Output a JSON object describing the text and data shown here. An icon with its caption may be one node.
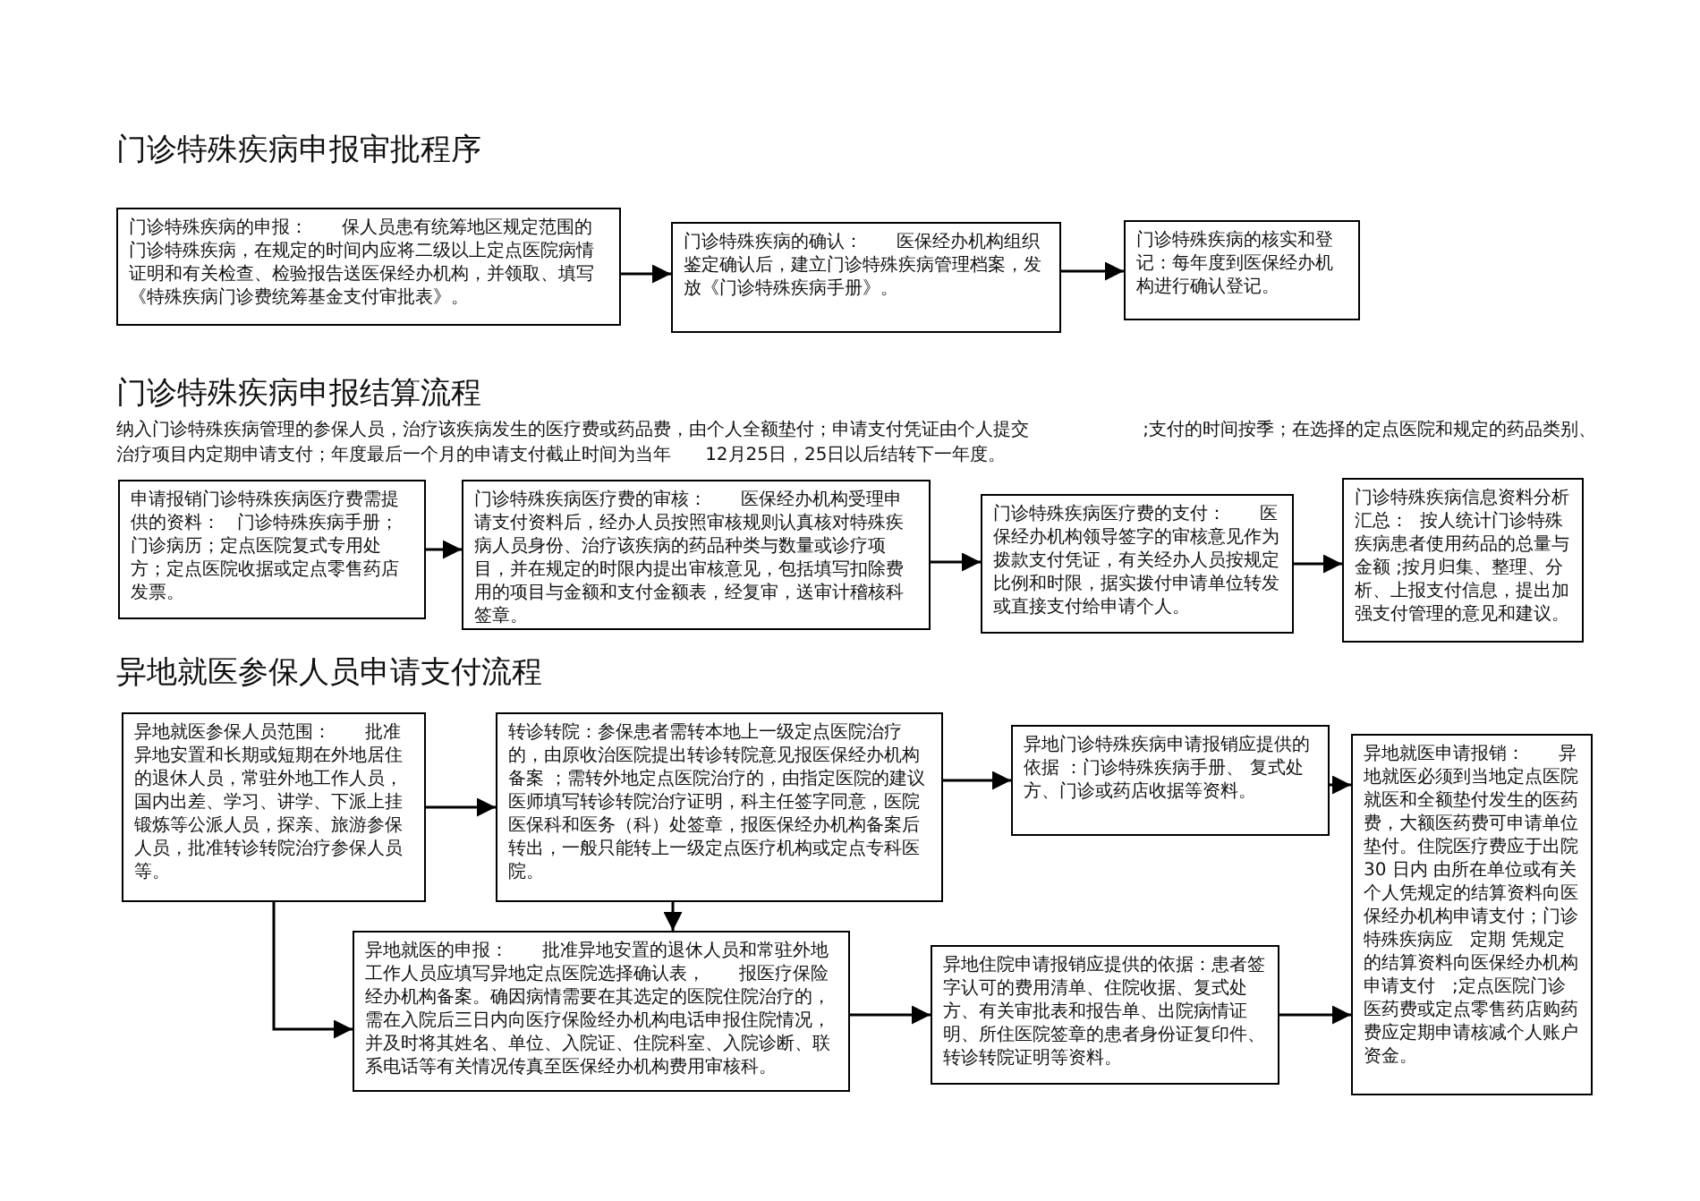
{
  "diagram": {
    "title": "门诊特殊疾病申报审批程序",
    "nodes": [
      {
        "text": [
          "门诊特殊疾病的申报：      保人员患有统筹地区规定范围的门诊特殊疾病，在规定的时间内应将二级以上定点医院病情证明和有关检查、检验报告送医保经办机构，并领取、填写《特殊疾病门诊费统筹基金支付审批表》。"
        ]
      },
      {
        "text": [
          "门诊特殊疾病的确认：      医保经办机构组织鉴定确认后，建立门诊特殊疾病管理档案，发放《门诊特殊疾病手册》。"
        ]
      },
      {
        "text": [
          "门诊特殊疾病的核实和登记：每年度到医保经办机构进行确认登记。"
        ]
      },
      {
        "text": [
          "申请报销门诊特殊疾病医疗费需提供的资料：   门诊特殊疾病手册；门诊病历；定点医院复式专用处方；定点医院收据或定点零售药店发票。"
        ]
      },
      {
        "text": [
          "门诊特殊疾病医疗费的审核：      医保经办机构受理申请支付资料后，经办人员按照审核规则认真核对特殊疾病人员身份、治疗该疾病的药品种类与数量或诊疗项目，并在规定的时限内提出审核意见，包括填写扣除费用的项目与金额和支付金额表，经复审，送审计稽核科签章。"
        ]
      },
      {
        "text": [
          "门诊特殊疾病医疗费的支付：      医保经办机构领导签字的审核意见作为拨款支付凭证，有关经办人员按规定比例和时限，据实拨付申请单位转发或直接支付给申请个人。"
        ]
      },
      {
        "text": [
          "门诊特殊疾病信息资料分析汇总：  按人统计门诊特殊疾病患者使用药品的总量与金额 ;按月归集、整理、分析、上报支付信息，提出加强支付管理的意见和建议。"
        ]
      },
      {
        "text": [
          "异地就医参保人员范围：      批准异地安置和长期或短期在外地居住的退休人员，常驻外地工作人员，国内出差、学习、讲学、下派上挂锻炼等公派人员，探亲、旅游参保人员，批准转诊转院治疗参保人员等。"
        ]
      },
      {
        "text": [
          "转诊转院：参保患者需转本地上一级定点医院治疗的，由原收治医院提出转诊转院意见报医保经办机构备案 ；需转外地定点医院治疗的，由指定医院的建议医师填写转诊转院治疗证明，科主任签字同意，医院医保科和医务（科）处签章，报医保经办机构备案后转出，一般只能转上一级定点医疗机构或定点专科医院。"
        ]
      },
      {
        "text": [
          "异地门诊特殊疾病申请报销应提供的依据 ：门诊特殊疾病手册、 复式处方、门诊或药店收据等资料。"
        ]
      },
      {
        "text": [
          "异地就医的申报：      批准异地安置的退休人员和常驻外地工作人员应填写异地定点医院选择确认表，      报医疗保险经办机构备案。确因病情需要在其选定的医院住院治疗的，需在入院后三日内向医疗保险经办机构电话申报住院情况，并及时将其姓名、单位、入院证、住院科室、入院诊断、联系电话等有关情况传真至医保经办机构费用审核科。"
        ]
      },
      {
        "text": [
          "异地住院申请报销应提供的依据：患者签字认可的费用清单、住院收据、复式处方、有关审批表和报告单、出院病情证明、所住医院签章的患者身份证复印件、转诊转院证明等资料。"
        ]
      },
      {
        "text": [
          "异地就医申请报销：      异地就医必须到当地定点医院就医和全额垫付发生的医药费，大额医药费可申请单位垫付。住院医疗费应于出院 30 日内 由所在单位或有关个人凭规定的结算资料向医保经办机构申请支付；门诊特殊疾病应   定期 凭规定的结算资料向医保经办机构申请支付   ;定点医院门诊医药费或定点零售药店购药费应定期申请核减个人账户资金。"
        ]
      }
    ],
    "edges": [
      {
        "from": 0,
        "to": 1,
        "arrow": "to"
      },
      {
        "from": 1,
        "to": 2,
        "arrow": "to"
      },
      {
        "from": 3,
        "to": 4,
        "arrow": "to"
      },
      {
        "from": 4,
        "to": 5,
        "arrow": "to"
      },
      {
        "from": 5,
        "to": 6,
        "arrow": "to"
      },
      {
        "from": 7,
        "to": 8,
        "arrow": "to"
      },
      {
        "from": 8,
        "to": 9,
        "arrow": "to"
      },
      {
        "from": 8,
        "to": 10,
        "arrow": "to"
      },
      {
        "from": 7,
        "to": 10,
        "arrow": "to"
      },
      {
        "from": 10,
        "to": 11,
        "arrow": "to"
      },
      {
        "from": 11,
        "to": 12,
        "arrow": "to"
      },
      {
        "from": 9,
        "to": 12,
        "arrow": "to"
      }
    ],
    "labels": [
      "门诊特殊疾病申报结算流程",
      "纳入门诊特殊疾病管理的参保人员，治疗该疾病发生的医疗费或药品费，由个人全额垫付；申请支付凭证由个人提交                    ;支付的时间按季；在选择的定点医院和规定的药品类别、治疗项目内定期申请支付；年度最后一个月的申请支付截止时间为当年      12月25日，25日以后结转下一年度。",
      "异地就医参保人员申请支付流程"
    ]
  }
}
